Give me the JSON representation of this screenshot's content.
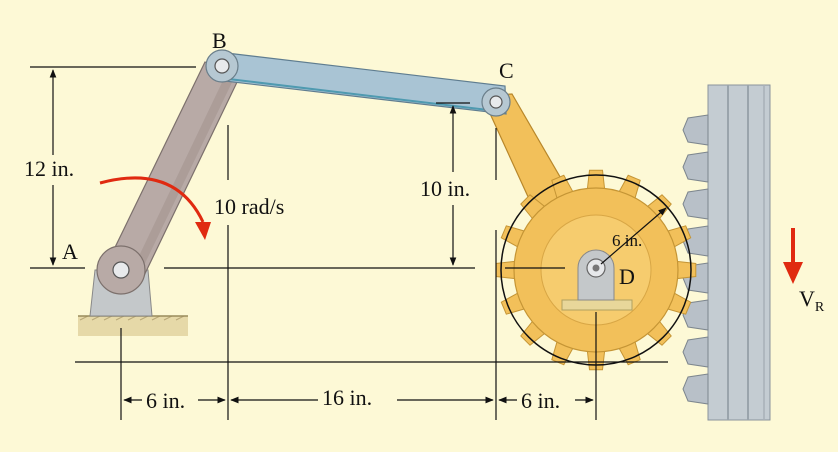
{
  "points": {
    "A": "A",
    "B": "B",
    "C": "C",
    "D": "D"
  },
  "dimensions": {
    "height_ab": "12 in.",
    "height_c": "10 in.",
    "gear_radius": "6 in.",
    "span_1": "6 in.",
    "span_2": "16 in.",
    "span_3": "6 in."
  },
  "angular_velocity": "10 rad/s",
  "rack_velocity": {
    "symbol": "V",
    "subscript": "R"
  },
  "colors": {
    "background": "#fdf9d6",
    "link_ab": "#b8aaa6",
    "link_bc": "#a9c4d4",
    "gear": "#f2c05a",
    "rack": "#c4ccd2",
    "arrow": "#e02a10",
    "ground": "#e6d9a8"
  }
}
